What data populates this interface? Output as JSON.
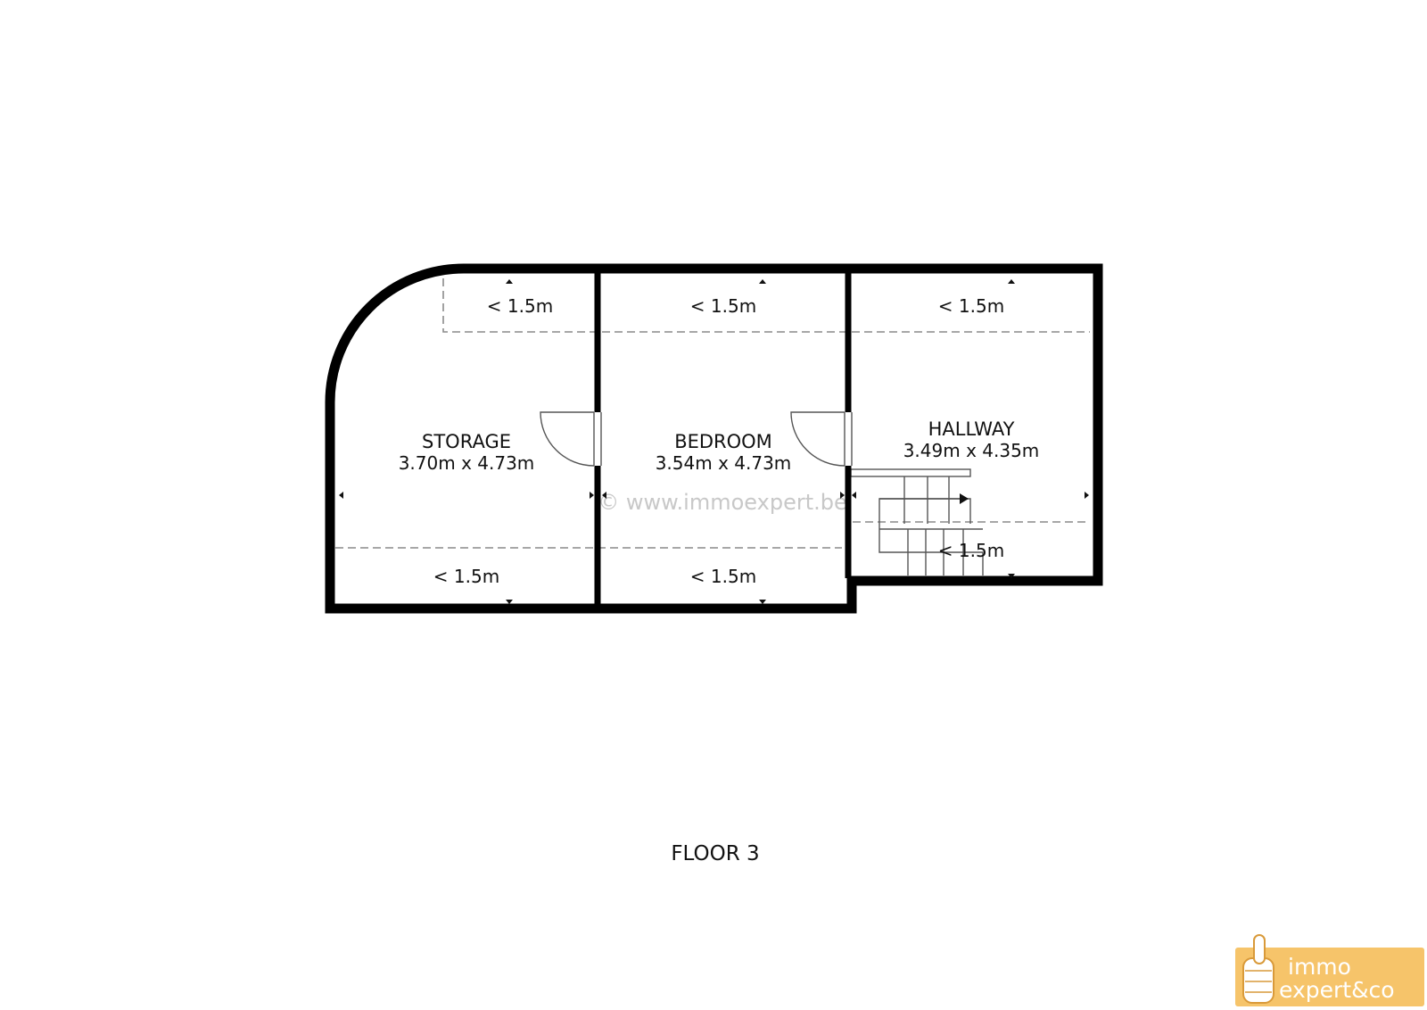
{
  "floor_label": "FLOOR 3",
  "watermark": "© www.immoexpert.be",
  "rooms": [
    {
      "name": "STORAGE",
      "dimensions": "3.70m x 4.73m"
    },
    {
      "name": "BEDROOM",
      "dimensions": "3.54m x 4.73m"
    },
    {
      "name": "HALLWAY",
      "dimensions": "3.49m x 4.35m"
    }
  ],
  "height_notes": {
    "storage_top": "< 1.5m",
    "bedroom_top": "< 1.5m",
    "hallway_top": "< 1.5m",
    "storage_bottom": "< 1.5m",
    "bedroom_bottom": "< 1.5m",
    "hallway_bottom": "< 1.5m"
  },
  "logo": {
    "line1": "immo",
    "line2": "expert&co",
    "bg_color": "#f6c46a",
    "text_color": "#ffffff",
    "icon": "thumbs-up-icon"
  },
  "colors": {
    "walls": "#000000",
    "dashed_lines": "#8a8a8a",
    "background": "#ffffff"
  }
}
